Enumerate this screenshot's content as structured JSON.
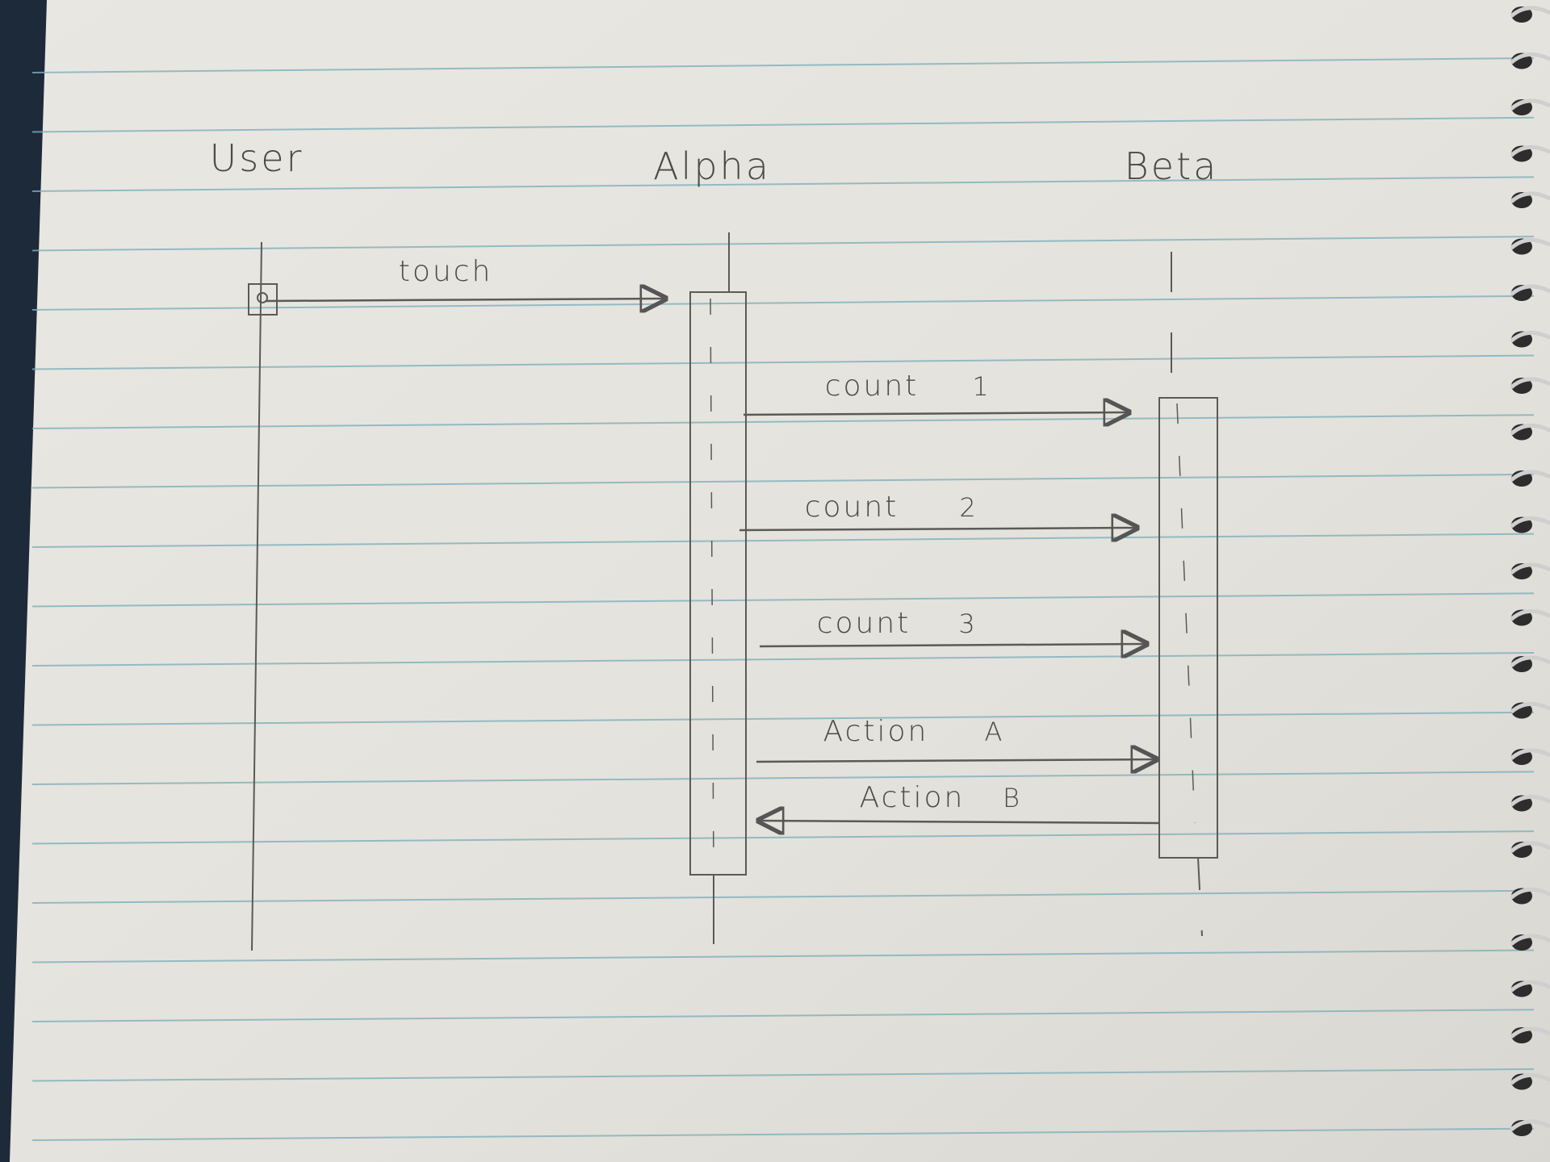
{
  "diagram": {
    "type": "sequence",
    "participants": [
      {
        "id": "user",
        "label": "User"
      },
      {
        "id": "alpha",
        "label": "Alpha"
      },
      {
        "id": "beta",
        "label": "Beta"
      }
    ],
    "messages": [
      {
        "from": "user",
        "to": "alpha",
        "label": "touch"
      },
      {
        "from": "alpha",
        "to": "beta",
        "label": "count",
        "suffix": "1"
      },
      {
        "from": "alpha",
        "to": "beta",
        "label": "count",
        "suffix": "2"
      },
      {
        "from": "alpha",
        "to": "beta",
        "label": "count",
        "suffix": "3"
      },
      {
        "from": "alpha",
        "to": "beta",
        "label": "Action",
        "suffix": "A"
      },
      {
        "from": "beta",
        "to": "alpha",
        "label": "Action",
        "suffix": "B"
      }
    ]
  },
  "colors": {
    "paper": "#e6e4de",
    "rule": "#7fb0bb",
    "pencil": "#5a5a58"
  }
}
